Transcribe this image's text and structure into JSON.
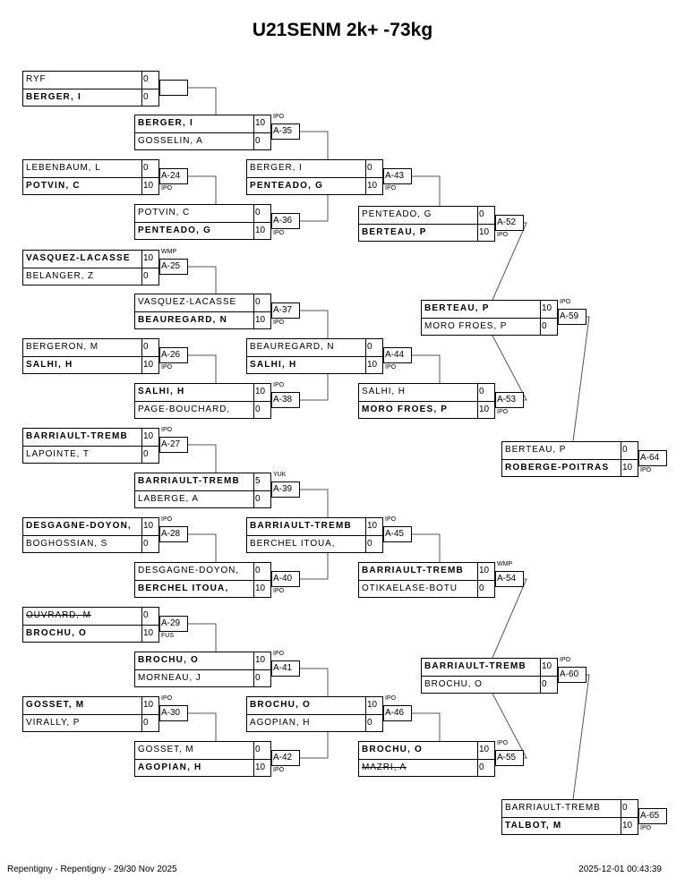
{
  "title": "U21SENM 2k+ -73kg",
  "footer": {
    "left": "Repentigny - Repentigny - 29/30 Nov 2025",
    "right": "2025-12-01 00:43:39"
  },
  "matches": {
    "P0": {
      "label": "",
      "note": "",
      "winner": 1,
      "p": [
        {
          "name": "RYF",
          "score": "0"
        },
        {
          "name": "BERGER, I",
          "score": "0"
        }
      ]
    },
    "A-24": {
      "label": "A-24",
      "note": "IPO",
      "winner": 1,
      "p": [
        {
          "name": "LEBENBAUM, L",
          "score": "0"
        },
        {
          "name": "POTVIN, C",
          "score": "10"
        }
      ]
    },
    "A-25": {
      "label": "A-25",
      "note": "WMP",
      "winner": 0,
      "p": [
        {
          "name": "VASQUEZ-LACASSE",
          "score": "10"
        },
        {
          "name": "BELANGER, Z",
          "score": "0"
        }
      ]
    },
    "A-26": {
      "label": "A-26",
      "note": "IPO",
      "winner": 1,
      "p": [
        {
          "name": "BERGERON, M",
          "score": "0"
        },
        {
          "name": "SALHI, H",
          "score": "10"
        }
      ]
    },
    "A-27": {
      "label": "A-27",
      "note": "IPO",
      "winner": 0,
      "p": [
        {
          "name": "BARRIAULT-TREMB",
          "score": "10"
        },
        {
          "name": "LAPOINTE, T",
          "score": "0"
        }
      ]
    },
    "A-28": {
      "label": "A-28",
      "note": "IPO",
      "winner": 0,
      "p": [
        {
          "name": "DESGAGNE-DOYON,",
          "score": "10"
        },
        {
          "name": "BOGHOSSIAN, S",
          "score": "0"
        }
      ]
    },
    "A-29": {
      "label": "A-29",
      "note": "FUS",
      "winner": 1,
      "strike": 0,
      "p": [
        {
          "name": "OUVRARD, M",
          "score": "0"
        },
        {
          "name": "BROCHU, O",
          "score": "10"
        }
      ]
    },
    "A-30": {
      "label": "A-30",
      "note": "IPO",
      "winner": 0,
      "p": [
        {
          "name": "GOSSET, M",
          "score": "10"
        },
        {
          "name": "VIRALLY, P",
          "score": "0"
        }
      ]
    },
    "A-35": {
      "label": "A-35",
      "note": "IPO",
      "winner": 0,
      "p": [
        {
          "name": "BERGER, I",
          "score": "10"
        },
        {
          "name": "GOSSELIN, A",
          "score": "0"
        }
      ]
    },
    "A-36": {
      "label": "A-36",
      "note": "IPO",
      "winner": 1,
      "p": [
        {
          "name": "POTVIN, C",
          "score": "0"
        },
        {
          "name": "PENTEADO, G",
          "score": "10"
        }
      ]
    },
    "A-37": {
      "label": "A-37",
      "note": "IPO",
      "winner": 1,
      "p": [
        {
          "name": "VASQUEZ-LACASSE",
          "score": "0"
        },
        {
          "name": "BEAUREGARD, N",
          "score": "10"
        }
      ]
    },
    "A-38": {
      "label": "A-38",
      "note": "IPO",
      "winner": 0,
      "p": [
        {
          "name": "SALHI, H",
          "score": "10"
        },
        {
          "name": "PAGE-BOUCHARD,",
          "score": "0"
        }
      ]
    },
    "A-39": {
      "label": "A-39",
      "note": "YUK",
      "winner": 0,
      "p": [
        {
          "name": "BARRIAULT-TREMB",
          "score": "5"
        },
        {
          "name": "LABERGE, A",
          "score": "0"
        }
      ]
    },
    "A-40": {
      "label": "A-40",
      "note": "IPO",
      "winner": 1,
      "p": [
        {
          "name": "DESGAGNE-DOYON,",
          "score": "0"
        },
        {
          "name": "BERCHEL ITOUA,",
          "score": "10"
        }
      ]
    },
    "A-41": {
      "label": "A-41",
      "note": "IPO",
      "winner": 0,
      "p": [
        {
          "name": "BROCHU, O",
          "score": "10"
        },
        {
          "name": "MORNEAU, J",
          "score": "0"
        }
      ]
    },
    "A-42": {
      "label": "A-42",
      "note": "IPO",
      "winner": 1,
      "p": [
        {
          "name": "GOSSET, M",
          "score": "0"
        },
        {
          "name": "AGOPIAN, H",
          "score": "10"
        }
      ]
    },
    "A-43": {
      "label": "A-43",
      "note": "IPO",
      "winner": 1,
      "p": [
        {
          "name": "BERGER, I",
          "score": "0"
        },
        {
          "name": "PENTEADO, G",
          "score": "10"
        }
      ]
    },
    "A-44": {
      "label": "A-44",
      "note": "IPO",
      "winner": 1,
      "p": [
        {
          "name": "BEAUREGARD, N",
          "score": "0"
        },
        {
          "name": "SALHI, H",
          "score": "10"
        }
      ]
    },
    "A-45": {
      "label": "A-45",
      "note": "IPO",
      "winner": 0,
      "p": [
        {
          "name": "BARRIAULT-TREMB",
          "score": "10"
        },
        {
          "name": "BERCHEL ITOUA,",
          "score": "0"
        }
      ]
    },
    "A-46": {
      "label": "A-46",
      "note": "IPO",
      "winner": 0,
      "p": [
        {
          "name": "BROCHU, O",
          "score": "10"
        },
        {
          "name": "AGOPIAN, H",
          "score": "0"
        }
      ]
    },
    "A-52": {
      "label": "A-52",
      "note": "IPO",
      "winner": 1,
      "p": [
        {
          "name": "PENTEADO, G",
          "score": "0"
        },
        {
          "name": "BERTEAU, P",
          "score": "10"
        }
      ]
    },
    "A-53": {
      "label": "A-53",
      "note": "IPO",
      "winner": 1,
      "p": [
        {
          "name": "SALHI, H",
          "score": "0"
        },
        {
          "name": "MORO FROES, P",
          "score": "10"
        }
      ]
    },
    "A-54": {
      "label": "A-54",
      "note": "WMP",
      "winner": 0,
      "p": [
        {
          "name": "BARRIAULT-TREMB",
          "score": "10"
        },
        {
          "name": "OTIKAELASE-BOTU",
          "score": "0"
        }
      ]
    },
    "A-55": {
      "label": "A-55",
      "note": "IPO",
      "winner": 0,
      "strike": 1,
      "p": [
        {
          "name": "BROCHU, O",
          "score": "10"
        },
        {
          "name": "MAZRI, A",
          "score": "0"
        }
      ]
    },
    "A-59": {
      "label": "A-59",
      "note": "IPO",
      "winner": 0,
      "p": [
        {
          "name": "BERTEAU, P",
          "score": "10"
        },
        {
          "name": "MORO FROES, P",
          "score": "0"
        }
      ]
    },
    "A-60": {
      "label": "A-60",
      "note": "IPO",
      "winner": 0,
      "p": [
        {
          "name": "BARRIAULT-TREMB",
          "score": "10"
        },
        {
          "name": "BROCHU, O",
          "score": "0"
        }
      ]
    },
    "A-64": {
      "label": "A-64",
      "note": "IPO",
      "winner": 1,
      "p": [
        {
          "name": "BERTEAU, P",
          "score": "0"
        },
        {
          "name": "ROBERGE-POITRAS",
          "score": "10"
        }
      ]
    },
    "A-65": {
      "label": "A-65",
      "note": "IPO",
      "winner": 1,
      "p": [
        {
          "name": "BARRIAULT-TREMB",
          "score": "0"
        },
        {
          "name": "TALBOT, M",
          "score": "10"
        }
      ]
    }
  }
}
